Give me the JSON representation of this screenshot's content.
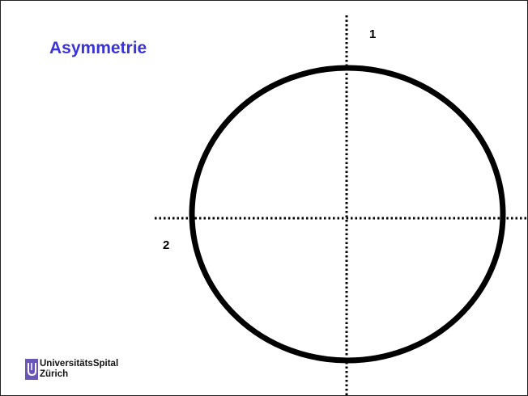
{
  "slide": {
    "title": "Asymmetrie",
    "axis_labels": {
      "axis_1": "1",
      "axis_2": "2"
    },
    "logo": {
      "line1": "UniversitätsSpital",
      "line2": "Zürich"
    }
  },
  "colors": {
    "title": "#3a33d6",
    "logo_mark": "#6a55b8",
    "stroke": "#000000"
  }
}
